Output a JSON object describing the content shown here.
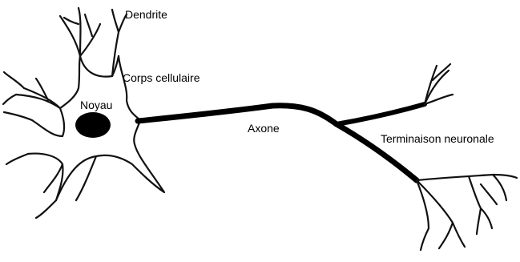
{
  "labels": {
    "dendrite": "Dendrite",
    "corps_cellulaire": "Corps cellulaire",
    "noyau": "Noyau",
    "axone": "Axone",
    "terminaison": "Terminaison neuronale"
  },
  "colors": {
    "line": "#000000",
    "background": "#ffffff"
  }
}
